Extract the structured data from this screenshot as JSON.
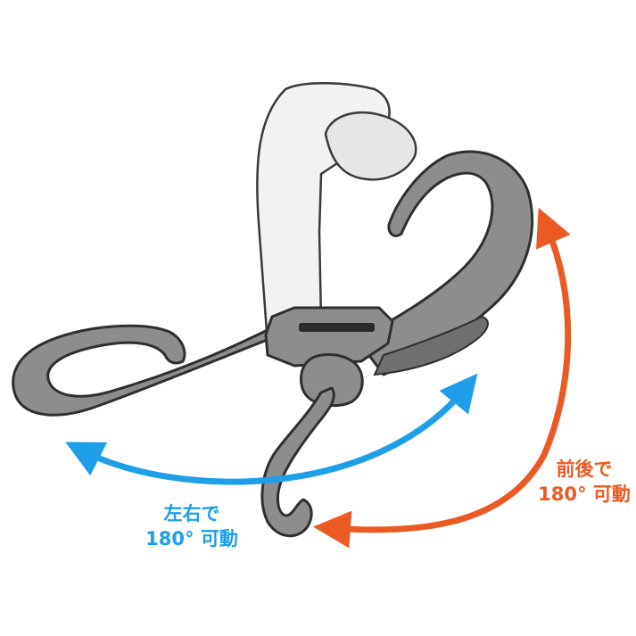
{
  "colors": {
    "left_right_arrow": "#1f9ee8",
    "front_back_arrow": "#ec5a24",
    "hook_fill": "#8d8d8d",
    "hook_stroke": "#2f2f2f",
    "strap_fill": "#f2f2f2",
    "strap_stroke": "#3a3a3a"
  },
  "icons": {
    "left_right_arrow": "double-arrow-horizontal-arc",
    "front_back_arrow": "double-arrow-vertical-arc"
  },
  "labels": {
    "left_right": {
      "line1": "左右で",
      "line2": "180° 可動"
    },
    "front_back": {
      "line1": "前後で",
      "line2": "180° 可動"
    }
  }
}
